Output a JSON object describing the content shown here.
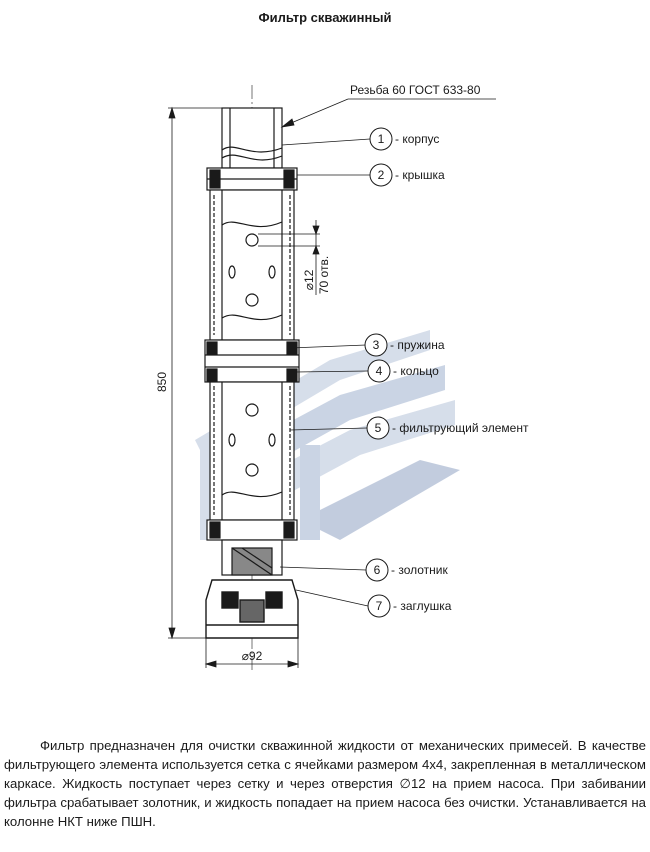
{
  "title": "Фильтр скважинный",
  "thread_note": "Резьба 60 ГОСТ 633-80",
  "callouts": [
    {
      "num": "1",
      "label": "- корпус"
    },
    {
      "num": "2",
      "label": "- крышка"
    },
    {
      "num": "3",
      "label": "- пружина"
    },
    {
      "num": "4",
      "label": "- кольцо"
    },
    {
      "num": "5",
      "label": "- фильтрующий элемент"
    },
    {
      "num": "6",
      "label": "- золотник"
    },
    {
      "num": "7",
      "label": "- заглушка"
    }
  ],
  "dimensions": {
    "height": "850",
    "diameter": "⌀92",
    "hole_diameter": "⌀12",
    "hole_count": "70 отв."
  },
  "description": "Фильтр предназначен для очистки скважинной жидкости от механических примесей. В качестве фильтрующего элемента используется сетка с ячейками размером 4х4, закрепленная в металлическом каркасе. Жидкость поступает через сетку и через отверстия ∅12 на прием насоса. При забивании фильтра срабатывает золотник, и жидкость попадает на прием насоса без очистки. Устанавливается на колонне НКТ ниже ПШН.",
  "colors": {
    "line": "#1a1a1a",
    "watermark_light": "#c9d3e3",
    "watermark_mid": "#9fb0cc"
  }
}
